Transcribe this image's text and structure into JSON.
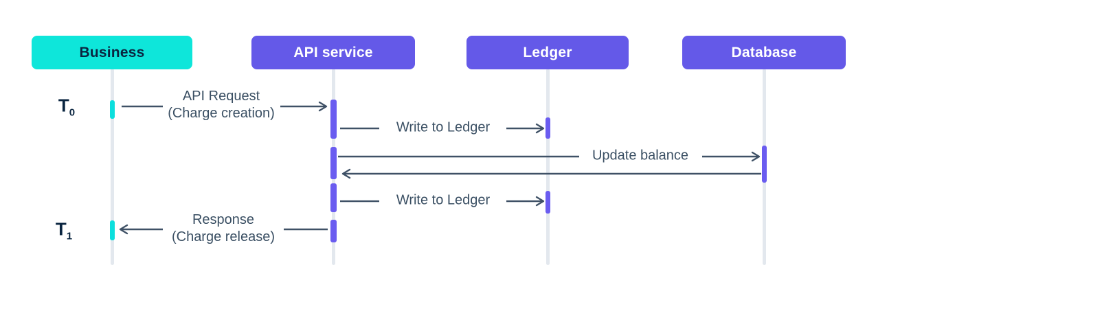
{
  "diagram": {
    "type": "sequence-diagram",
    "colors": {
      "actor_teal": "#0ee6da",
      "actor_purple": "#6459e8",
      "activation_purple": "#6a5cf0",
      "activation_teal": "#0cdfdd",
      "lifeline_gray": "#e3e8ee",
      "arrow": "#3f5166",
      "label_text": "#3a4f63",
      "dark_navy_text": "#0a2540",
      "background": "#ffffff"
    },
    "actors": [
      {
        "label": "Business"
      },
      {
        "label": "API service"
      },
      {
        "label": "Ledger"
      },
      {
        "label": "Database"
      }
    ],
    "timepoints": [
      {
        "base": "T",
        "sub": "0"
      },
      {
        "base": "T",
        "sub": "1"
      }
    ],
    "messages": [
      {
        "line1": "API Request",
        "line2": "(Charge creation)",
        "from": "Business",
        "to": "API service"
      },
      {
        "line1": "Write to Ledger",
        "from": "API service",
        "to": "Ledger"
      },
      {
        "line1": "Update balance",
        "from": "API service",
        "to": "Database"
      },
      {
        "line1": "",
        "from": "Database",
        "to": "API service",
        "kind": "return"
      },
      {
        "line1": "Write to Ledger",
        "from": "API service",
        "to": "Ledger"
      },
      {
        "line1": "Response",
        "line2": "(Charge release)",
        "from": "API service",
        "to": "Business"
      }
    ]
  }
}
